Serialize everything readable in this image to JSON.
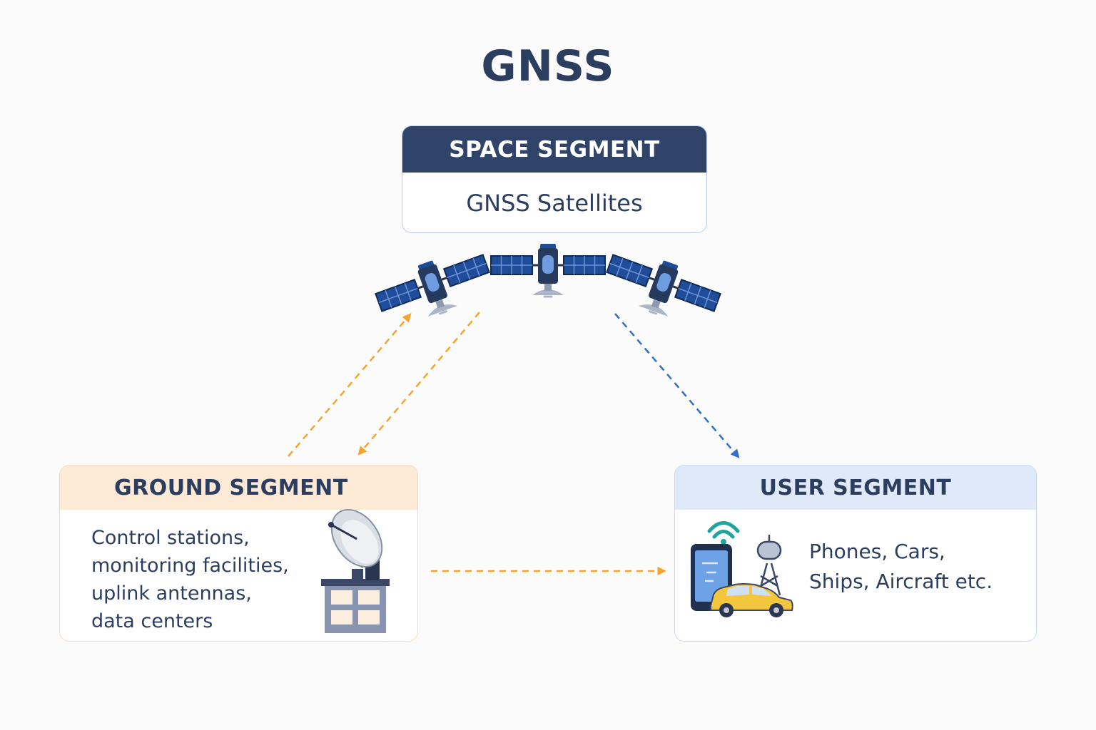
{
  "title": "GNSS",
  "space": {
    "header": "SPACE SEGMENT",
    "subtitle": "GNSS Satellites"
  },
  "ground": {
    "header": "GROUND SEGMENT",
    "lines": [
      "Control stations,",
      "monitoring facilities,",
      "uplink antennas,",
      "data centers"
    ]
  },
  "user": {
    "header": "USER SEGMENT",
    "lines": [
      "Phones, Cars,",
      "Ships, Aircraft etc."
    ]
  },
  "icons": {
    "satellites": [
      "satellite-icon",
      "satellite-icon",
      "satellite-icon"
    ],
    "ground": "satellite-dish-building-icon",
    "user": [
      "smartphone-icon",
      "wifi-icon",
      "car-icon",
      "radar-tower-icon"
    ]
  },
  "colors": {
    "navy": "#2f4468",
    "orange_arrow": "#f2a531",
    "blue_arrow": "#2f6fce",
    "ground_header": "#fce9d6",
    "user_header": "#dfe9f8"
  }
}
